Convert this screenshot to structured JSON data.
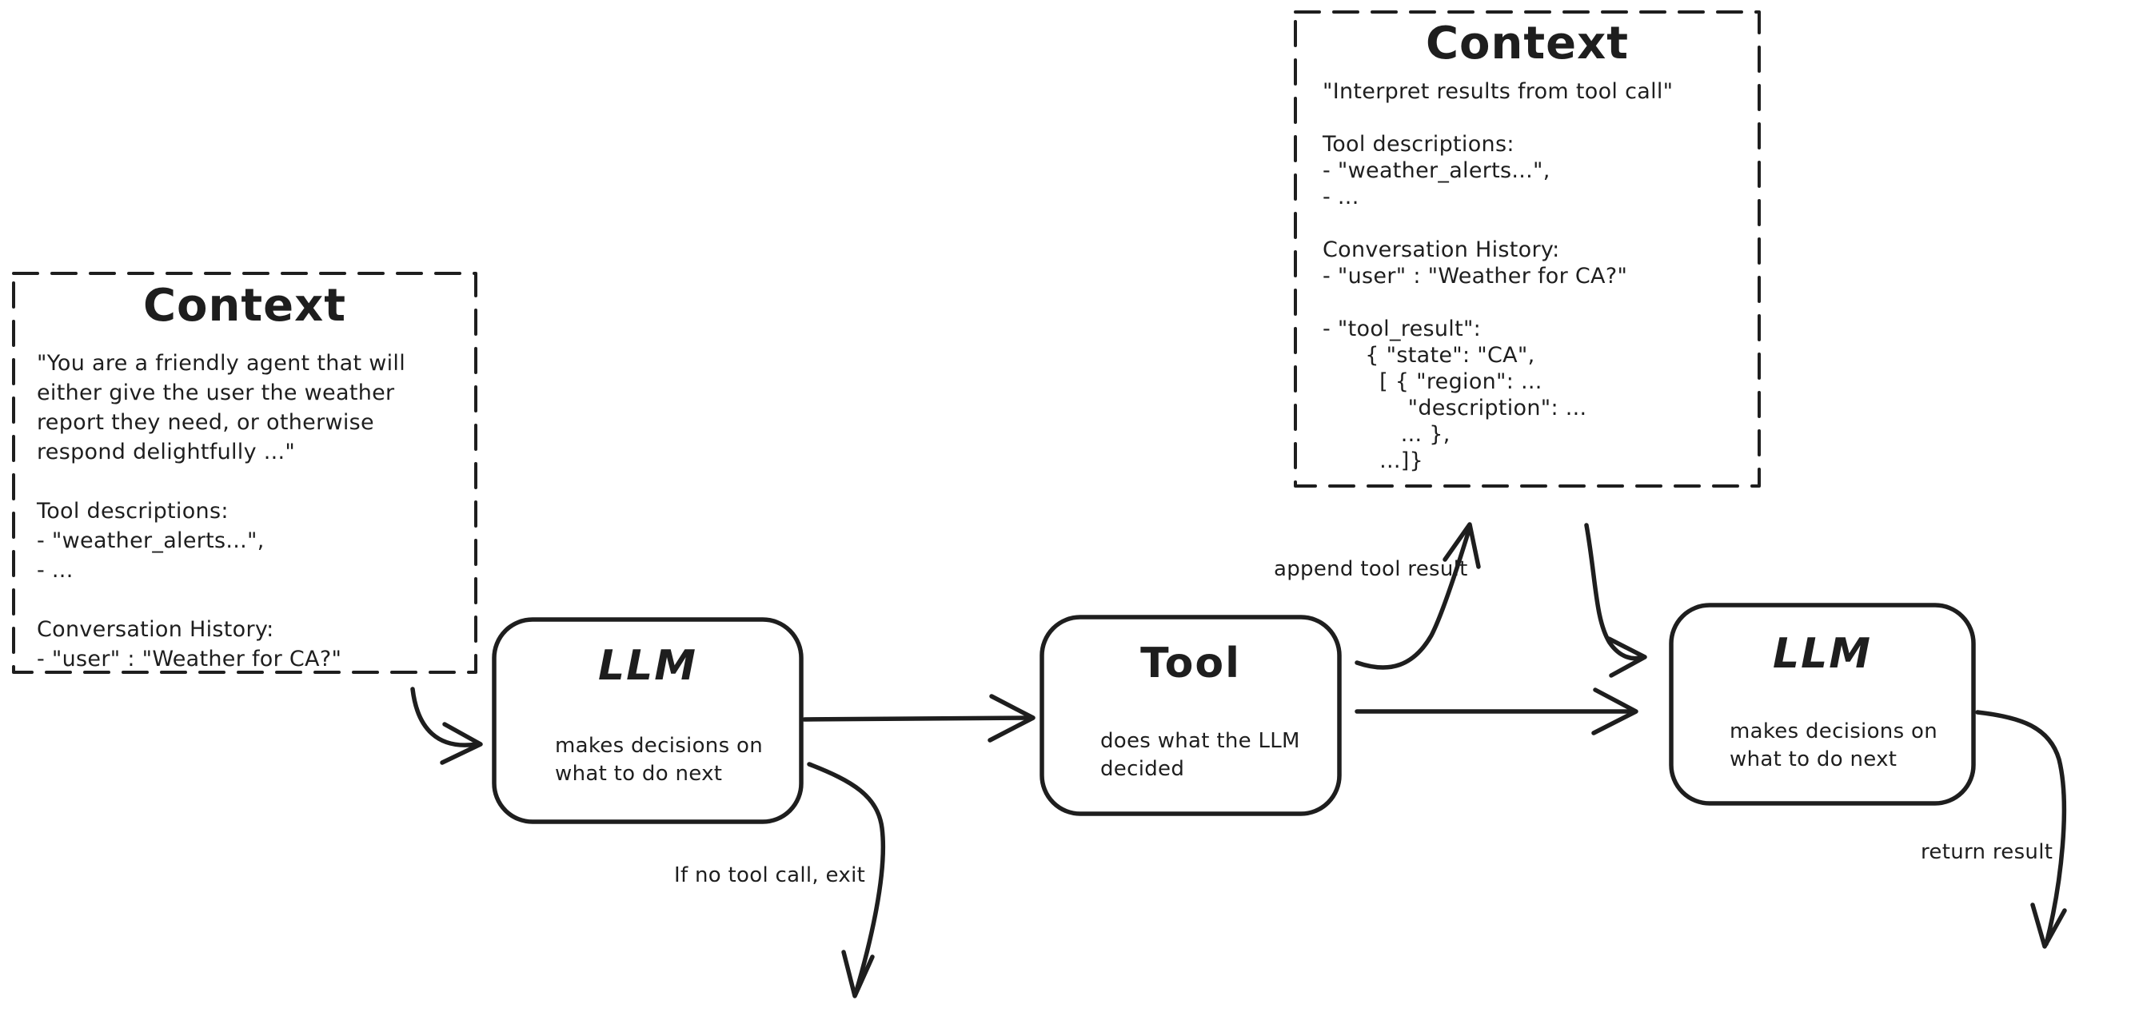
{
  "diagram": {
    "background": "#ffffff",
    "ink_color": "#1e1e1e",
    "context_left": {
      "title": "Context",
      "body": [
        "\"You are a friendly agent that will",
        "either give the user the weather",
        "report they need, or otherwise",
        "respond delightfully ...\"",
        "",
        "Tool descriptions:",
        "- \"weather_alerts...\",",
        "- ...",
        "",
        "Conversation History:",
        "- \"user\" : \"Weather for CA?\""
      ]
    },
    "context_right": {
      "title": "Context",
      "body": [
        "\"Interpret results from tool call\"",
        "",
        "Tool descriptions:",
        "- \"weather_alerts...\",",
        "- ...",
        "",
        "Conversation History:",
        "- \"user\" : \"Weather for CA?\"",
        "",
        "- \"tool_result\":",
        "      { \"state\": \"CA\",",
        "        [ { \"region\": ...",
        "            \"description\": ...",
        "           ... },",
        "        ...]}"
      ]
    },
    "nodes": {
      "llm1": {
        "title": "LLM",
        "description": [
          "makes decisions on",
          "what to do next"
        ]
      },
      "tool": {
        "title": "Tool",
        "description": [
          "does what the LLM",
          "decided"
        ]
      },
      "llm2": {
        "title": "LLM",
        "description": [
          "makes decisions on",
          "what to do next"
        ]
      }
    },
    "edge_labels": {
      "append_tool_result": "append tool result",
      "if_no_tool_call_exit": "If no tool call, exit",
      "return_result": "return result"
    }
  }
}
